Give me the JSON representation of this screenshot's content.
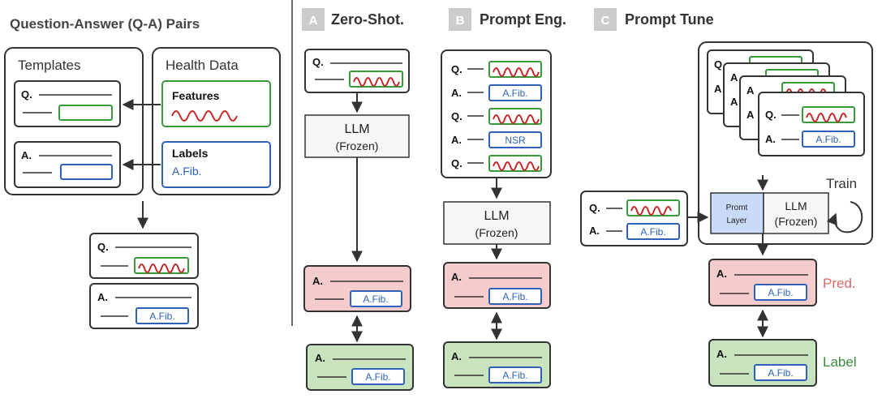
{
  "colors": {
    "stroke": "#333333",
    "feature_green": "#3a9a3a",
    "wave_red": "#c62828",
    "label_blue": "#2f62b8",
    "pred_fill": "#f4cccc",
    "label_fill": "#c9e3bf",
    "llm_fill": "#f4f6f8",
    "prompt_layer_fill": "#c9daf8",
    "badge_fill": "#cccccc",
    "pred_text": "#e06666",
    "label_text": "#3d8b3d"
  },
  "left_panel": {
    "title": "Question-Answer (Q-A) Pairs",
    "templates_title": "Templates",
    "health_title": "Health Data",
    "features_label": "Features",
    "labels_label": "Labels",
    "label_value": "A.Fib.",
    "q_marker": "Q.",
    "a_marker": "A.",
    "pair_answer": "A.Fib."
  },
  "panel_a": {
    "badge": "A",
    "title": "Zero-Shot.",
    "q_marker": "Q.",
    "llm_title": "LLM",
    "llm_sub": "(Frozen)",
    "pred_marker": "A.",
    "pred_value": "A.Fib.",
    "label_marker": "A.",
    "label_value": "A.Fib."
  },
  "panel_b": {
    "badge": "B",
    "title": "Prompt Eng.",
    "prompt_rows": [
      {
        "marker": "Q.",
        "kind": "wave"
      },
      {
        "marker": "A.",
        "kind": "text",
        "value": "A.Fib."
      },
      {
        "marker": "Q.",
        "kind": "wave"
      },
      {
        "marker": "A.",
        "kind": "text",
        "value": "NSR"
      },
      {
        "marker": "Q.",
        "kind": "wave"
      }
    ],
    "llm_title": "LLM",
    "llm_sub": "(Frozen)",
    "pred_marker": "A.",
    "pred_value": "A.Fib.",
    "label_marker": "A.",
    "label_value": "A.Fib."
  },
  "panel_c": {
    "badge": "C",
    "title": "Prompt Tune",
    "stack_labels": [
      "Q.",
      "A",
      "A",
      "A",
      "A",
      "A"
    ],
    "card_q": "Q.",
    "card_a": "A.",
    "card_value": "A.Fib.",
    "input_q": "Q.",
    "input_a": "A.",
    "input_value": "A.Fib.",
    "prompt_layer_line1": "Promt",
    "prompt_layer_line2": "Layer",
    "llm_title": "LLM",
    "llm_sub": "(Frozen)",
    "train_label": "Train",
    "pred_marker": "A.",
    "pred_value": "A.Fib.",
    "pred_caption": "Pred.",
    "label_marker": "A.",
    "label_value": "A.Fib.",
    "label_caption": "Label"
  }
}
